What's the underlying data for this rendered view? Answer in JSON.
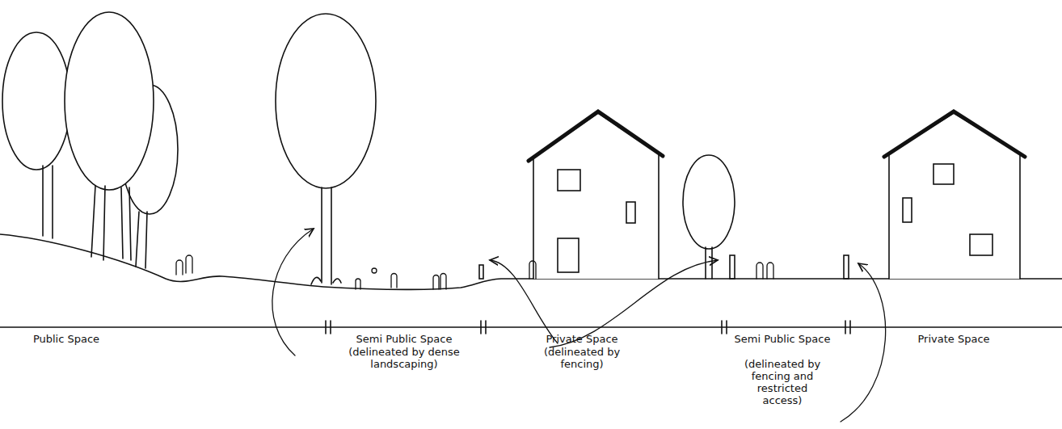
{
  "diagram": {
    "labels": [
      "Public Space",
      "Semi Public Space",
      "(delineated by dense landscaping)",
      "Private Space",
      "(delineated by fencing)",
      "Semi Public Space",
      "(delineated by fencing and restricted access)",
      "Private Space"
    ]
  }
}
